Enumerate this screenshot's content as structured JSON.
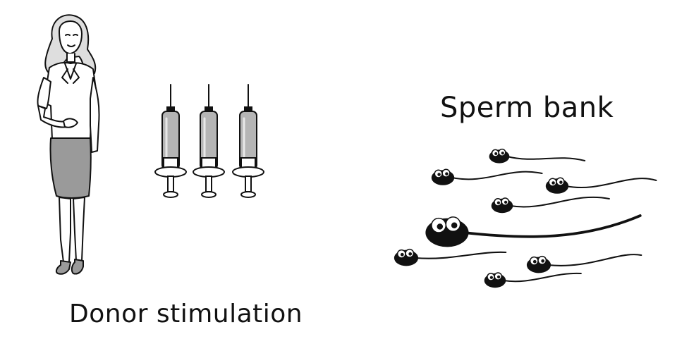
{
  "labels": {
    "donor_stimulation": "Donor stimulation",
    "sperm_bank": "Sperm bank"
  },
  "figures": {
    "left": "woman-figure",
    "syringes": [
      "syringe-icon",
      "syringe-icon",
      "syringe-icon"
    ],
    "sperm_cells": [
      "sperm-cell-icon",
      "sperm-cell-icon",
      "sperm-cell-icon",
      "sperm-cell-icon",
      "sperm-cell-icon",
      "sperm-cell-icon",
      "sperm-cell-icon",
      "sperm-cell-icon"
    ]
  },
  "colors": {
    "ink": "#111111",
    "skirt": "#9a9a9a",
    "syringe_body": "#b5b5b5",
    "sperm": "#111111"
  }
}
